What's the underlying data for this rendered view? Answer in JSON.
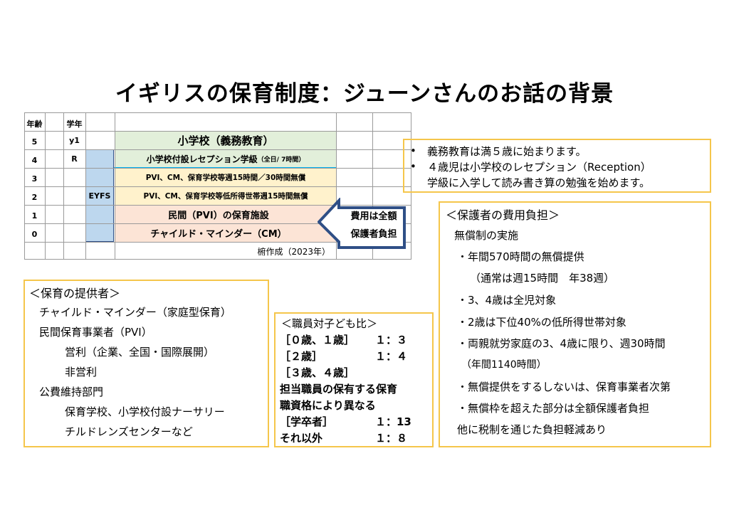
{
  "title": "イギリスの保育制度：ジューンさんのお話の背景",
  "table": {
    "col_age": "年齢",
    "col_grade": "学年",
    "ages": [
      "5",
      "4",
      "3",
      "2",
      "1",
      "0"
    ],
    "grades": [
      "y1",
      "R"
    ],
    "eyfs": "EYFS",
    "primary": "小学校（義務教育）",
    "reception": "小学校付設レセプション学級",
    "reception_note": "（全日/ 7時間）",
    "pvi_row3": "PVI、CM、保育学校等週15時間／30時間無償",
    "pvi_row2": "PVI、CM、保育学校等低所得世帯週15時間無償",
    "private": "民間（PVI）の保育施設",
    "childminder": "チャイルド・マインダー（CM）",
    "author": "椨作成（2023年）",
    "arrow_line1": "費用は全額",
    "arrow_line2": "保護者負担"
  },
  "note_box": {
    "items": [
      "義務教育は満５歳に始まります。",
      "４歳児は小学校のレセプション（Reception）",
      "学級に入学して読み書き算の勉強を始めます。"
    ]
  },
  "providers": {
    "heading": "＜保育の提供者＞",
    "lines": [
      "チャイルド・マインダー（家庭型保育）",
      "民間保育事業者（PVI）",
      "営利（企業、全国・国際展開）",
      "非営利",
      "公費維持部門",
      "保育学校、小学校付設ナーサリー",
      "チルドレンズセンターなど"
    ]
  },
  "ratio": {
    "heading": "＜職員対子ども比＞",
    "rows": [
      {
        "label": "［０歳、１歳］",
        "value": "１：３"
      },
      {
        "label": "［２歳］",
        "value": "１：４"
      },
      {
        "label": "［３歳、４歳］",
        "value": ""
      }
    ],
    "note1": "担当職員の保有する保育",
    "note2": "職資格により異なる",
    "rows2": [
      {
        "label": "［学卒者］",
        "value": "１：13"
      },
      {
        "label": "それ以外",
        "value": "１：８"
      }
    ]
  },
  "costs": {
    "heading": "＜保護者の費用負担＞",
    "lines": [
      "無償制の実施",
      "・年間570時間の無償提供",
      "（通常は週15時間　年38週）",
      "・3、4歳は全児対象",
      "・2歳は下位40%の低所得世帯対象",
      "・両親就労家庭の3、4歳に限り、週30時間",
      "（年間1140時間）",
      "・無償提供をするしないは、保育事業者次第",
      "・無償枠を超えた部分は全額保護者負担",
      "他に税制を通じた負担軽減あり"
    ]
  },
  "colors": {
    "primary_band": "#e2efda",
    "eyfs_col": "#bdd7ee",
    "pvi_band": "#fff2cc",
    "private_band": "#fce4d6",
    "box_border": "#f5c64b",
    "arrow_border": "#2f4f86",
    "blue_rule": "#00b0f0"
  }
}
